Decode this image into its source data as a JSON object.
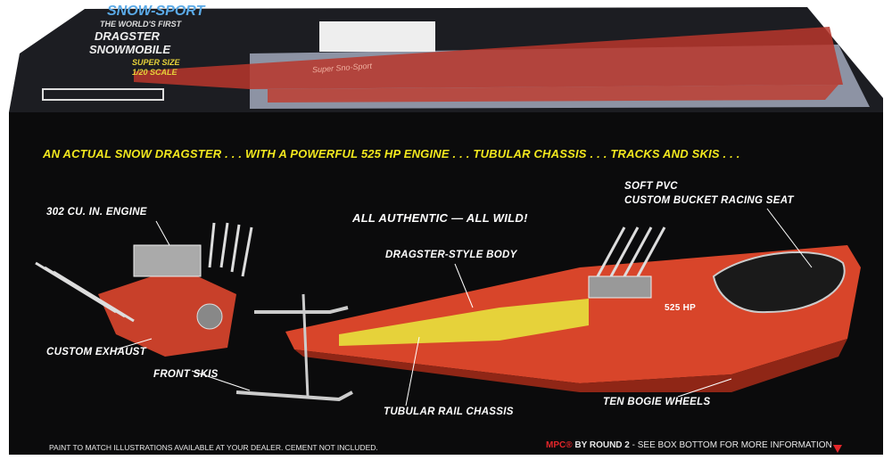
{
  "box_top": {
    "brand_title": "SNOW-SPORT",
    "tagline": "THE WORLD'S FIRST",
    "title_line1": "DRAGSTER",
    "title_line2": "SNOWMOBILE",
    "scale_line1": "SUPER SIZE",
    "scale_line2": "1/20 SCALE",
    "sled_decal": "Super Sno-Sport"
  },
  "front": {
    "headline": "AN ACTUAL SNOW DRAGSTER . . . WITH A POWERFUL 525 HP ENGINE . . . TUBULAR CHASSIS . . . TRACKS AND SKIS . . .",
    "slogan": "ALL AUTHENTIC — ALL WILD!",
    "callouts": {
      "engine": "302 CU. IN. ENGINE",
      "seat_line1": "SOFT PVC",
      "seat_line2": "CUSTOM BUCKET RACING SEAT",
      "body": "DRAGSTER-STYLE BODY",
      "exhaust": "CUSTOM EXHAUST",
      "skis": "FRONT SKIS",
      "chassis": "TUBULAR RAIL CHASSIS",
      "wheels": "TEN BOGIE WHEELS"
    },
    "sled_hp_label": "525 HP",
    "footer_left": "PAINT TO MATCH ILLUSTRATIONS AVAILABLE AT YOUR DEALER. CEMENT NOT INCLUDED.",
    "footer_brand": "MPC®",
    "footer_by": "BY ROUND 2",
    "footer_rest": " - SEE BOX BOTTOM FOR MORE INFORMATION"
  },
  "colors": {
    "box_black": "#0b0b0c",
    "headline_yellow": "#f2e81e",
    "sled_red": "#d8452a",
    "mpc_red": "#e3262a"
  }
}
